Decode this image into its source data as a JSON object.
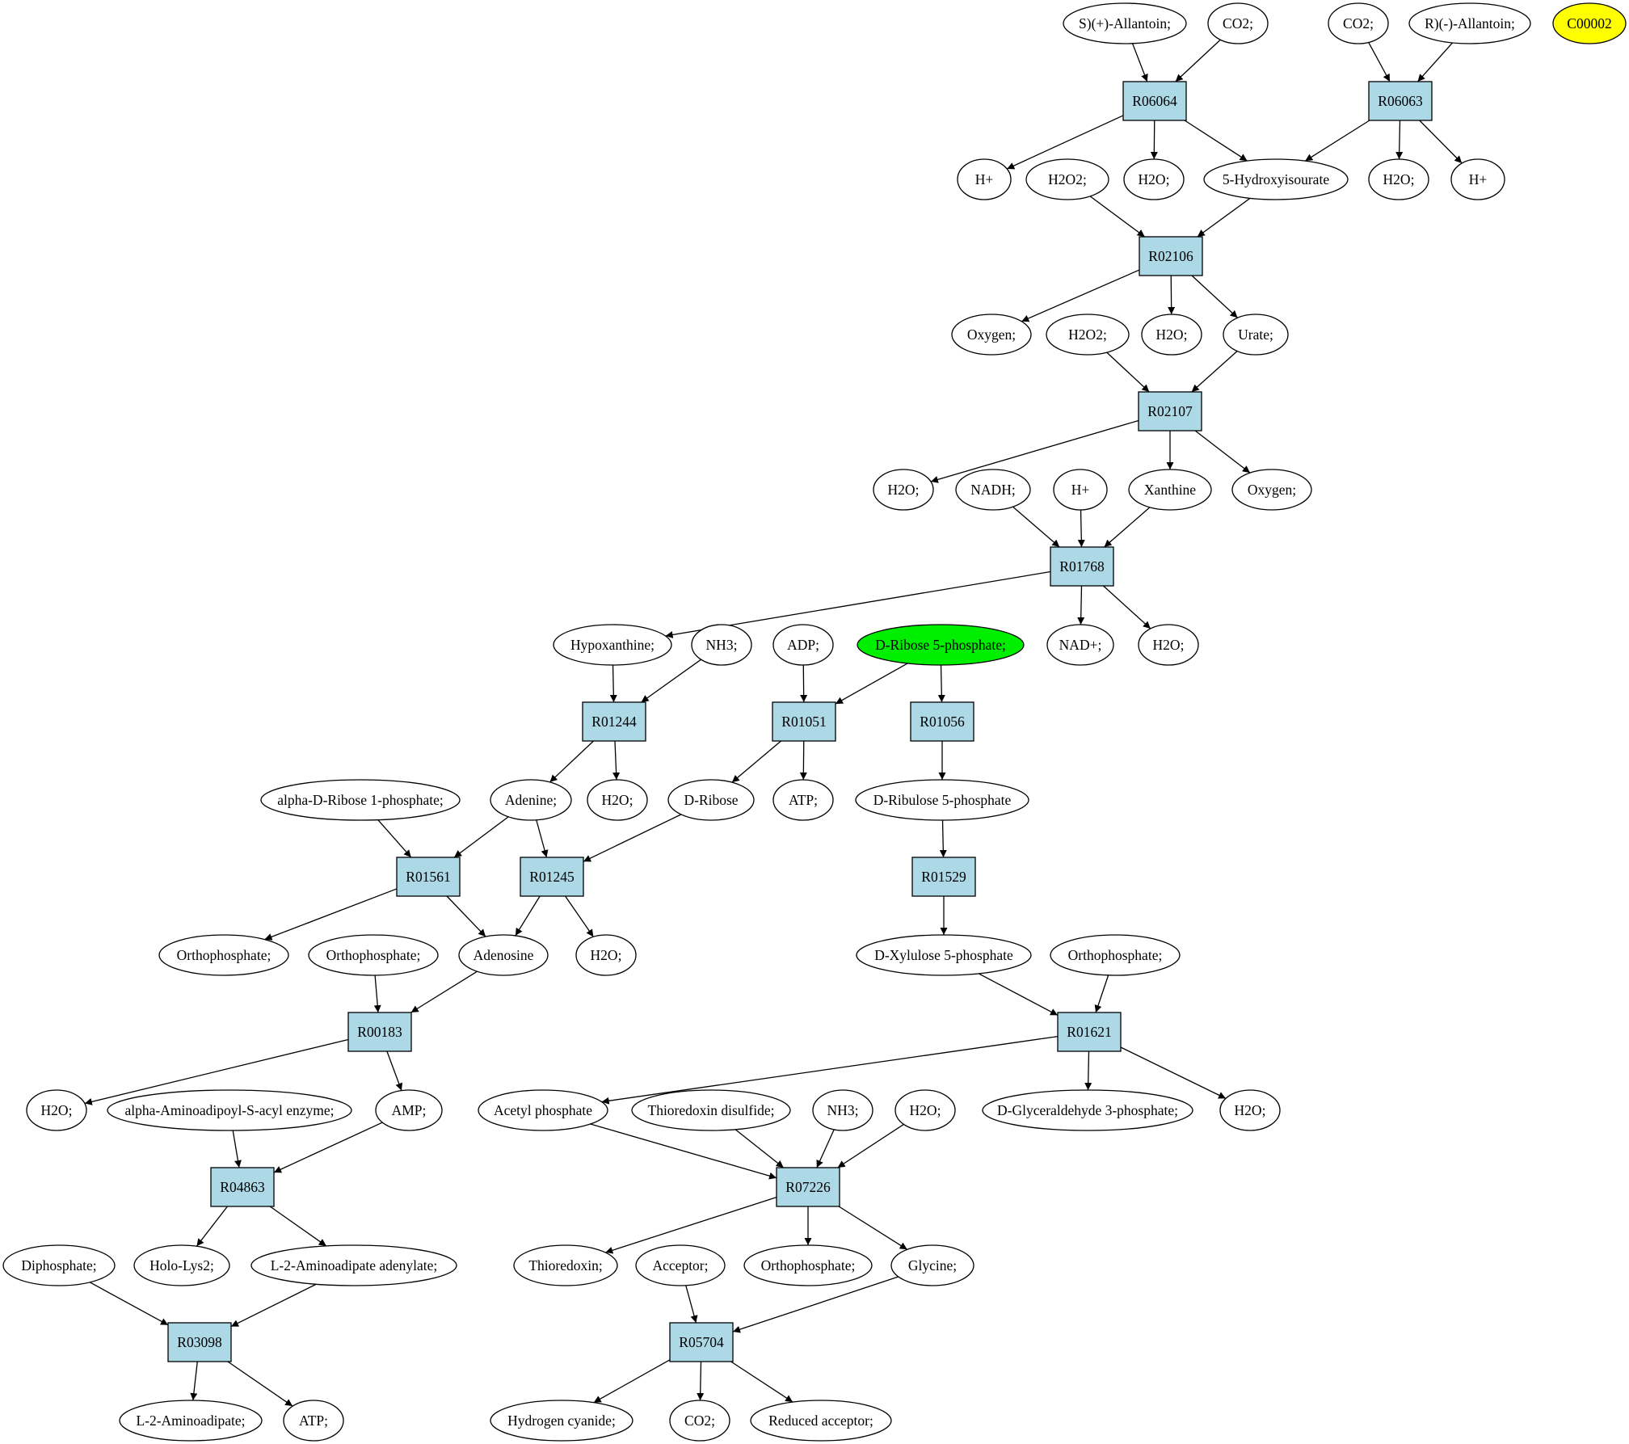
{
  "diagram": {
    "compounds": [
      {
        "id": "c1",
        "label": "S)(+)-Allantoin;",
        "fill": "#ffffff"
      },
      {
        "id": "c2",
        "label": "CO2;",
        "fill": "#ffffff"
      },
      {
        "id": "c3",
        "label": "CO2;",
        "fill": "#ffffff"
      },
      {
        "id": "c4",
        "label": "R)(-)-Allantoin;",
        "fill": "#ffffff"
      },
      {
        "id": "c5",
        "label": "C00002",
        "fill": "#ffff00"
      },
      {
        "id": "c6",
        "label": "H+",
        "fill": "#ffffff"
      },
      {
        "id": "c7",
        "label": "H2O2;",
        "fill": "#ffffff"
      },
      {
        "id": "c8",
        "label": "H2O;",
        "fill": "#ffffff"
      },
      {
        "id": "c9",
        "label": "5-Hydroxyisourate",
        "fill": "#ffffff"
      },
      {
        "id": "c10",
        "label": "H2O;",
        "fill": "#ffffff"
      },
      {
        "id": "c11",
        "label": "H+",
        "fill": "#ffffff"
      },
      {
        "id": "c12",
        "label": "Oxygen;",
        "fill": "#ffffff"
      },
      {
        "id": "c13",
        "label": "H2O2;",
        "fill": "#ffffff"
      },
      {
        "id": "c14",
        "label": "H2O;",
        "fill": "#ffffff"
      },
      {
        "id": "c15",
        "label": "Urate;",
        "fill": "#ffffff"
      },
      {
        "id": "c16",
        "label": "H2O;",
        "fill": "#ffffff"
      },
      {
        "id": "c17",
        "label": "NADH;",
        "fill": "#ffffff"
      },
      {
        "id": "c18",
        "label": "H+",
        "fill": "#ffffff"
      },
      {
        "id": "c19",
        "label": "Xanthine",
        "fill": "#ffffff"
      },
      {
        "id": "c20",
        "label": "Oxygen;",
        "fill": "#ffffff"
      },
      {
        "id": "c21",
        "label": "Hypoxanthine;",
        "fill": "#ffffff"
      },
      {
        "id": "c22",
        "label": "NH3;",
        "fill": "#ffffff"
      },
      {
        "id": "c23",
        "label": "ADP;",
        "fill": "#ffffff"
      },
      {
        "id": "c24",
        "label": "D-Ribose 5-phosphate;",
        "fill": "#00ee00"
      },
      {
        "id": "c25",
        "label": "NAD+;",
        "fill": "#ffffff"
      },
      {
        "id": "c26",
        "label": "H2O;",
        "fill": "#ffffff"
      },
      {
        "id": "c27",
        "label": "alpha-D-Ribose 1-phosphate;",
        "fill": "#ffffff"
      },
      {
        "id": "c28",
        "label": "Adenine;",
        "fill": "#ffffff"
      },
      {
        "id": "c29",
        "label": "H2O;",
        "fill": "#ffffff"
      },
      {
        "id": "c30",
        "label": "D-Ribose",
        "fill": "#ffffff"
      },
      {
        "id": "c31",
        "label": "ATP;",
        "fill": "#ffffff"
      },
      {
        "id": "c32",
        "label": "D-Ribulose 5-phosphate",
        "fill": "#ffffff"
      },
      {
        "id": "c33",
        "label": "Orthophosphate;",
        "fill": "#ffffff"
      },
      {
        "id": "c34",
        "label": "Orthophosphate;",
        "fill": "#ffffff"
      },
      {
        "id": "c35",
        "label": "Adenosine",
        "fill": "#ffffff"
      },
      {
        "id": "c36",
        "label": "H2O;",
        "fill": "#ffffff"
      },
      {
        "id": "c37",
        "label": "D-Xylulose 5-phosphate",
        "fill": "#ffffff"
      },
      {
        "id": "c38",
        "label": "Orthophosphate;",
        "fill": "#ffffff"
      },
      {
        "id": "c39",
        "label": "H2O;",
        "fill": "#ffffff"
      },
      {
        "id": "c40",
        "label": "alpha-Aminoadipoyl-S-acyl enzyme;",
        "fill": "#ffffff"
      },
      {
        "id": "c41",
        "label": "AMP;",
        "fill": "#ffffff"
      },
      {
        "id": "c42",
        "label": "Acetyl phosphate",
        "fill": "#ffffff"
      },
      {
        "id": "c43",
        "label": "Thioredoxin disulfide;",
        "fill": "#ffffff"
      },
      {
        "id": "c44",
        "label": "NH3;",
        "fill": "#ffffff"
      },
      {
        "id": "c45",
        "label": "H2O;",
        "fill": "#ffffff"
      },
      {
        "id": "c46",
        "label": "D-Glyceraldehyde 3-phosphate;",
        "fill": "#ffffff"
      },
      {
        "id": "c47",
        "label": "H2O;",
        "fill": "#ffffff"
      },
      {
        "id": "c48",
        "label": "Diphosphate;",
        "fill": "#ffffff"
      },
      {
        "id": "c49",
        "label": "Holo-Lys2;",
        "fill": "#ffffff"
      },
      {
        "id": "c50",
        "label": "L-2-Aminoadipate adenylate;",
        "fill": "#ffffff"
      },
      {
        "id": "c51",
        "label": "Thioredoxin;",
        "fill": "#ffffff"
      },
      {
        "id": "c52",
        "label": "Acceptor;",
        "fill": "#ffffff"
      },
      {
        "id": "c53",
        "label": "Orthophosphate;",
        "fill": "#ffffff"
      },
      {
        "id": "c54",
        "label": "Glycine;",
        "fill": "#ffffff"
      },
      {
        "id": "c55",
        "label": "L-2-Aminoadipate;",
        "fill": "#ffffff"
      },
      {
        "id": "c56",
        "label": "ATP;",
        "fill": "#ffffff"
      },
      {
        "id": "c57",
        "label": "Hydrogen cyanide;",
        "fill": "#ffffff"
      },
      {
        "id": "c58",
        "label": "CO2;",
        "fill": "#ffffff"
      },
      {
        "id": "c59",
        "label": "Reduced acceptor;",
        "fill": "#ffffff"
      }
    ],
    "reactions": [
      {
        "id": "r1",
        "label": "R06064"
      },
      {
        "id": "r2",
        "label": "R06063"
      },
      {
        "id": "r3",
        "label": "R02106"
      },
      {
        "id": "r4",
        "label": "R02107"
      },
      {
        "id": "r5",
        "label": "R01768"
      },
      {
        "id": "r6",
        "label": "R01244"
      },
      {
        "id": "r7",
        "label": "R01051"
      },
      {
        "id": "r8",
        "label": "R01056"
      },
      {
        "id": "r9",
        "label": "R01561"
      },
      {
        "id": "r10",
        "label": "R01245"
      },
      {
        "id": "r11",
        "label": "R01529"
      },
      {
        "id": "r12",
        "label": "R00183"
      },
      {
        "id": "r13",
        "label": "R01621"
      },
      {
        "id": "r14",
        "label": "R04863"
      },
      {
        "id": "r15",
        "label": "R07226"
      },
      {
        "id": "r16",
        "label": "R03098"
      },
      {
        "id": "r17",
        "label": "R05704"
      }
    ],
    "edges": [
      [
        "c1",
        "r1"
      ],
      [
        "c2",
        "r1"
      ],
      [
        "r1",
        "c6"
      ],
      [
        "r1",
        "c8"
      ],
      [
        "r1",
        "c9"
      ],
      [
        "c3",
        "r2"
      ],
      [
        "c4",
        "r2"
      ],
      [
        "r2",
        "c9"
      ],
      [
        "r2",
        "c10"
      ],
      [
        "r2",
        "c11"
      ],
      [
        "c7",
        "r3"
      ],
      [
        "c9",
        "r3"
      ],
      [
        "r3",
        "c12"
      ],
      [
        "r3",
        "c14"
      ],
      [
        "r3",
        "c15"
      ],
      [
        "c13",
        "r4"
      ],
      [
        "c15",
        "r4"
      ],
      [
        "r4",
        "c16"
      ],
      [
        "r4",
        "c19"
      ],
      [
        "r4",
        "c20"
      ],
      [
        "c17",
        "r5"
      ],
      [
        "c18",
        "r5"
      ],
      [
        "c19",
        "r5"
      ],
      [
        "r5",
        "c21"
      ],
      [
        "r5",
        "c25"
      ],
      [
        "r5",
        "c26"
      ],
      [
        "c21",
        "r6"
      ],
      [
        "c22",
        "r6"
      ],
      [
        "r6",
        "c28"
      ],
      [
        "r6",
        "c29"
      ],
      [
        "c23",
        "r7"
      ],
      [
        "c24",
        "r7"
      ],
      [
        "r7",
        "c30"
      ],
      [
        "r7",
        "c31"
      ],
      [
        "c24",
        "r8"
      ],
      [
        "r8",
        "c32"
      ],
      [
        "c27",
        "r9"
      ],
      [
        "c28",
        "r9"
      ],
      [
        "r9",
        "c33"
      ],
      [
        "r9",
        "c35"
      ],
      [
        "c28",
        "r10"
      ],
      [
        "c30",
        "r10"
      ],
      [
        "r10",
        "c35"
      ],
      [
        "r10",
        "c36"
      ],
      [
        "c32",
        "r11"
      ],
      [
        "r11",
        "c37"
      ],
      [
        "c34",
        "r12"
      ],
      [
        "c35",
        "r12"
      ],
      [
        "r12",
        "c39"
      ],
      [
        "r12",
        "c41"
      ],
      [
        "c37",
        "r13"
      ],
      [
        "c38",
        "r13"
      ],
      [
        "r13",
        "c42"
      ],
      [
        "r13",
        "c46"
      ],
      [
        "r13",
        "c47"
      ],
      [
        "c40",
        "r14"
      ],
      [
        "c41",
        "r14"
      ],
      [
        "r14",
        "c49"
      ],
      [
        "r14",
        "c50"
      ],
      [
        "c42",
        "r15"
      ],
      [
        "c43",
        "r15"
      ],
      [
        "c44",
        "r15"
      ],
      [
        "c45",
        "r15"
      ],
      [
        "r15",
        "c51"
      ],
      [
        "r15",
        "c53"
      ],
      [
        "r15",
        "c54"
      ],
      [
        "c48",
        "r16"
      ],
      [
        "c50",
        "r16"
      ],
      [
        "r16",
        "c55"
      ],
      [
        "r16",
        "c56"
      ],
      [
        "c52",
        "r17"
      ],
      [
        "c54",
        "r17"
      ],
      [
        "r17",
        "c57"
      ],
      [
        "r17",
        "c58"
      ],
      [
        "r17",
        "c59"
      ]
    ],
    "colors": {
      "reaction_fill": "#add8e6",
      "compound_fill": "#ffffff",
      "highlight_start": "#00ee00",
      "highlight_target": "#ffff00",
      "stroke": "#000000"
    }
  }
}
